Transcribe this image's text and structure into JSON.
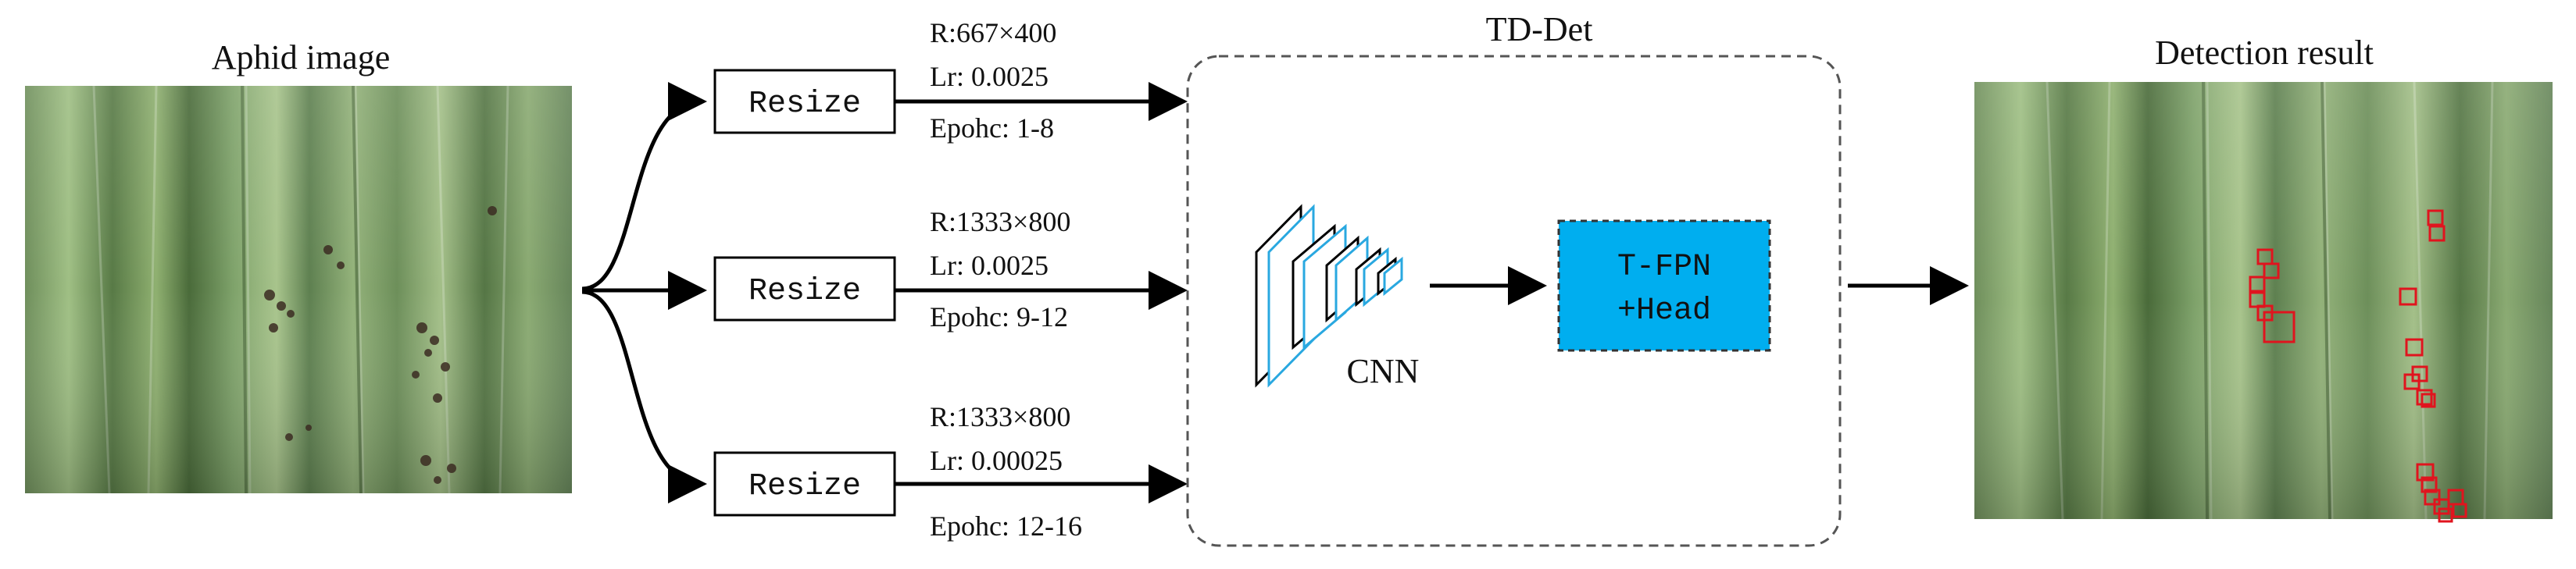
{
  "input": {
    "title": "Aphid image"
  },
  "branches": [
    {
      "label": "Resize",
      "resolution": "R:667×400",
      "lr": "Lr: 0.0025",
      "epochs": "Epohc: 1-8"
    },
    {
      "label": "Resize",
      "resolution": "R:1333×800",
      "lr": "Lr: 0.0025",
      "epochs": "Epohc: 9-12"
    },
    {
      "label": "Resize",
      "resolution": "R:1333×800",
      "lr": "Lr: 0.00025",
      "epochs": "Epohc: 12-16"
    }
  ],
  "model": {
    "title": "TD-Det",
    "cnn_label": "CNN",
    "head_line1": "T-FPN",
    "head_line2": "+Head",
    "head_color": "#00AEEF"
  },
  "output": {
    "title": "Detection result",
    "box_color": "#E0141E"
  }
}
